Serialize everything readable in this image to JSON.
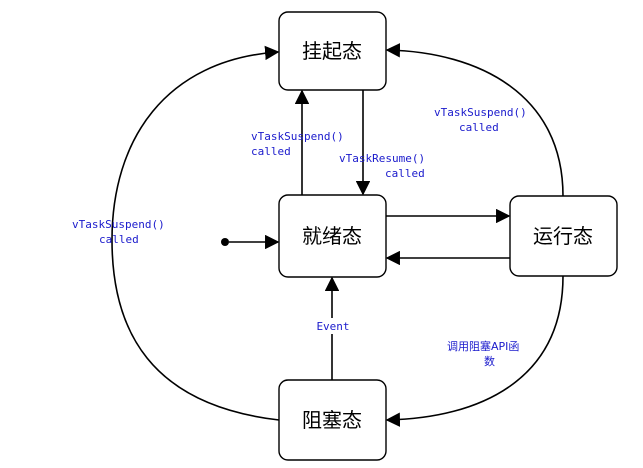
{
  "states": {
    "suspended": "挂起态",
    "ready": "就绪态",
    "running": "运行态",
    "blocked": "阻塞态"
  },
  "transitions": {
    "ready_to_suspended": [
      "vTaskSuspend()",
      "called"
    ],
    "suspended_to_ready": [
      "vTaskResume()",
      "called"
    ],
    "running_to_suspended": [
      "vTaskSuspend()",
      "called"
    ],
    "blocked_to_suspended": [
      "vTaskSuspend()",
      "called"
    ],
    "blocked_to_ready": [
      "Event"
    ],
    "running_to_blocked": [
      "调用阻塞API函",
      "数"
    ]
  },
  "colors": {
    "label": "#1a1acc",
    "line": "#000000"
  }
}
